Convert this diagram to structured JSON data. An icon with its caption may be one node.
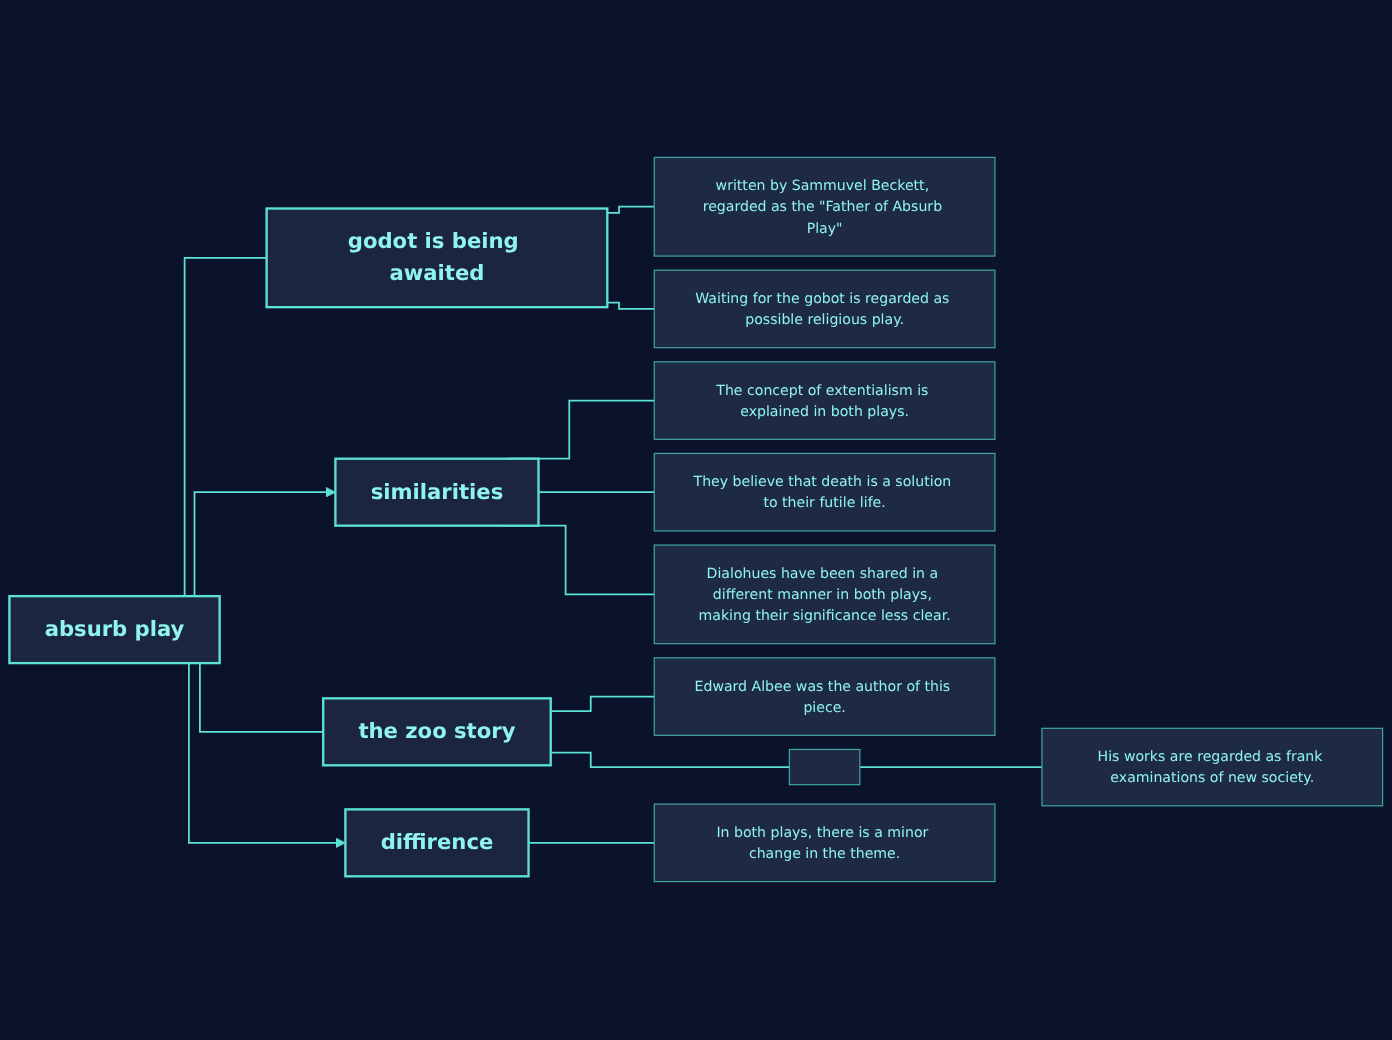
{
  "diagram": {
    "nodes": [
      {
        "text": [
          "absurb play"
        ]
      },
      {
        "text": [
          "godot is being awaited"
        ]
      },
      {
        "text": [
          "written by Sammuvel Beckett, regarded as the \"Father of Absurb Play\""
        ]
      },
      {
        "text": [
          "Waiting for the gobot is regarded as possible religious play."
        ]
      },
      {
        "text": [
          "similarities"
        ]
      },
      {
        "text": [
          "The concept of extentialism is explained in both plays."
        ]
      },
      {
        "text": [
          "They believe that death is a solution to their futile life."
        ]
      },
      {
        "text": [
          "Dialohues have been shared in a different manner in both plays, making their significance less clear."
        ]
      },
      {
        "text": [
          "the zoo story"
        ]
      },
      {
        "text": [
          "Edward Albee was the author of this piece."
        ]
      },
      {
        "text": [],
        "shape": "box"
      },
      {
        "text": [
          "His works are regarded as frank examinations of new society."
        ]
      },
      {
        "text": [
          "diffirence"
        ]
      },
      {
        "text": [
          "In both plays, there is a minor change in the theme."
        ]
      }
    ],
    "edges": [
      {
        "from": 0,
        "to": 1,
        "arrow": "none"
      },
      {
        "from": 1,
        "to": 2,
        "arrow": "none"
      },
      {
        "from": 1,
        "to": 3,
        "arrow": "none"
      },
      {
        "from": 0,
        "to": 4,
        "arrow": "to"
      },
      {
        "from": 4,
        "to": 5,
        "arrow": "none"
      },
      {
        "from": 4,
        "to": 6,
        "arrow": "none"
      },
      {
        "from": 4,
        "to": 7,
        "arrow": "none"
      },
      {
        "from": 0,
        "to": 8,
        "arrow": "none"
      },
      {
        "from": 8,
        "to": 9,
        "arrow": "none"
      },
      {
        "from": 8,
        "to": 10,
        "arrow": "none"
      },
      {
        "from": 10,
        "to": 11,
        "arrow": "none"
      },
      {
        "from": 0,
        "to": 12,
        "arrow": "to"
      },
      {
        "from": 12,
        "to": 13,
        "arrow": "none"
      }
    ]
  }
}
